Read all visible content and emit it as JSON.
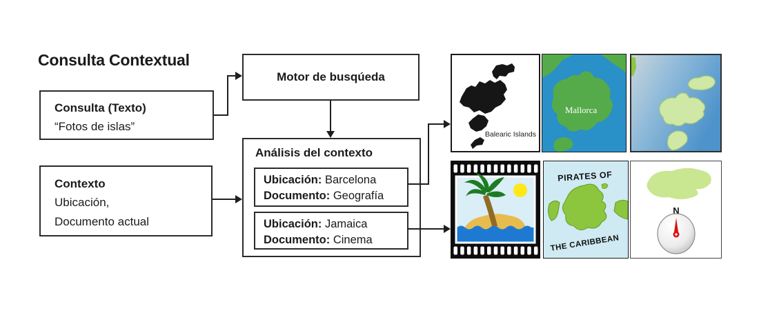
{
  "title": "Consulta Contextual",
  "boxes": {
    "consulta": {
      "heading": "Consulta (Texto)",
      "quote": "“Fotos de islas”"
    },
    "contexto": {
      "heading": "Contexto",
      "line1": "Ubicación,",
      "line2": "Documento actual"
    },
    "motor": {
      "label": "Motor de busqúeda"
    },
    "analisis": {
      "heading": "Análisis del contexto",
      "results": [
        {
          "location_label": "Ubicación:",
          "location": "Barcelona",
          "document_label": "Documento:",
          "document": "Geografía"
        },
        {
          "location_label": "Ubicación:",
          "location": "Jamaica",
          "document_label": "Documento:",
          "document": "Cinema"
        }
      ]
    }
  },
  "images": {
    "balearic": {
      "caption": "Balearic Islands"
    },
    "mallorca": {
      "caption": "Mallorca"
    },
    "pirates": {
      "line1": "PIRATES OF",
      "line2": "THE CARIBBEAN"
    },
    "compass": {
      "north": "N"
    }
  },
  "colors": {
    "text": "#1a1a1a",
    "sea_blue": "#2a90c8",
    "island_green": "#55ab49",
    "pale_island_green": "#cfe8a6",
    "pirates_green": "#8cc63f",
    "sun_yellow": "#ffe81a",
    "sand": "#e8bb4e",
    "deep_sea": "#1e79d2",
    "palm_green": "#1d7b22",
    "trunk_brown": "#8f6b26",
    "needle_red": "#dd1111",
    "sky": "#d9eef6",
    "pirates_bg": "#cfeaf2"
  }
}
